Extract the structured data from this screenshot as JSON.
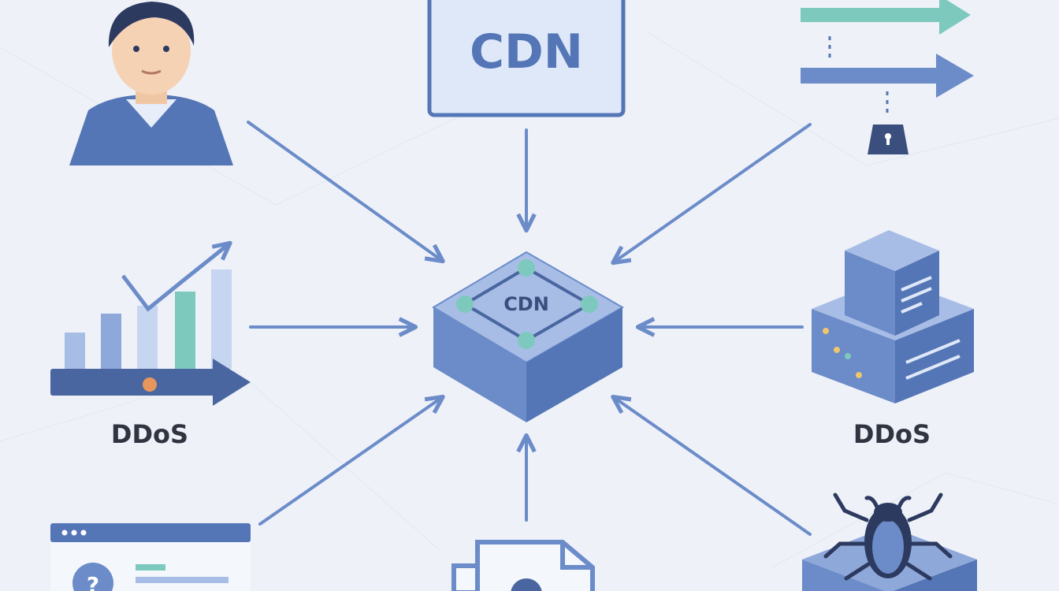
{
  "labels": {
    "top_box": "CDN",
    "hub": "CDN",
    "left_chart": "DDoS",
    "right_server": "DDoS"
  },
  "nodes": [
    {
      "name": "user-person-icon"
    },
    {
      "name": "cdn-box-icon"
    },
    {
      "name": "traffic-arrows-lock-icon"
    },
    {
      "name": "growth-chart-icon"
    },
    {
      "name": "server-stack-icon"
    },
    {
      "name": "browser-help-icon"
    },
    {
      "name": "document-icon"
    },
    {
      "name": "bug-server-icon"
    }
  ],
  "colors": {
    "background": "#eef1f8",
    "arrow": "#6b8cc9",
    "primary": "#5476b6",
    "primary_dark": "#4a66a0",
    "primary_light": "#a8bde6",
    "teal": "#7ec9be",
    "orange": "#e8965b",
    "yellow": "#f0c66a",
    "label": "#2f3440"
  }
}
